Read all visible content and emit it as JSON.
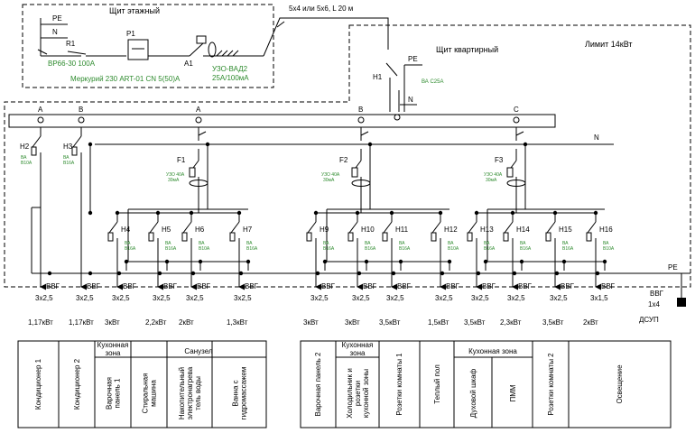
{
  "floor_panel": {
    "title": "Щит этажный",
    "pe": "PE",
    "n": "N",
    "r1": "R1",
    "p1": "P1",
    "a1": "A1",
    "switch_rating": "ВР66-30  100А",
    "meter": "Меркурий 230 ART-01 CN 5(50)А",
    "rcd": "УЗО-ВАД2",
    "rcd_rating": "25A/100мА"
  },
  "cable_in": "5х4 или 5х6, L 20 м",
  "apartment_panel": {
    "title": "Щит квартирный",
    "limit": "Лимит 14кВт",
    "pe": "PE",
    "n": "N",
    "h1": "H1",
    "h1_rating": "ВА С25А",
    "pe_bus": "PE",
    "n_bus": "N"
  },
  "phases": [
    "A",
    "B",
    "A",
    "B",
    "C"
  ],
  "rcds": [
    {
      "name": "F1",
      "rating1": "УЗО 40А",
      "rating2": "30мА"
    },
    {
      "name": "F2",
      "rating1": "УЗО 40А",
      "rating2": "30мА"
    },
    {
      "name": "F3",
      "rating1": "УЗО 40А",
      "rating2": "30мА"
    }
  ],
  "breakers": [
    {
      "name": "H2",
      "r1": "ВА",
      "r2": "В10А"
    },
    {
      "name": "H3",
      "r1": "ВА",
      "r2": "В16А"
    },
    {
      "name": "H4",
      "r1": "ВА",
      "r2": "В16А"
    },
    {
      "name": "H5",
      "r1": "ВА",
      "r2": "В16А"
    },
    {
      "name": "H6",
      "r1": "ВА",
      "r2": "В10А"
    },
    {
      "name": "H7",
      "r1": "ВА",
      "r2": "В16А"
    },
    {
      "name": "H9",
      "r1": "ВА",
      "r2": "В16А"
    },
    {
      "name": "H10",
      "r1": "ВА",
      "r2": "В16А"
    },
    {
      "name": "H11",
      "r1": "ВА",
      "r2": "В16А"
    },
    {
      "name": "H12",
      "r1": "ВА",
      "r2": "В10А"
    },
    {
      "name": "H13",
      "r1": "ВА",
      "r2": "В16А"
    },
    {
      "name": "H14",
      "r1": "ВА",
      "r2": "В16А"
    },
    {
      "name": "H15",
      "r1": "ВА",
      "r2": "В16А"
    },
    {
      "name": "H16",
      "r1": "ВА",
      "r2": "В10А"
    }
  ],
  "cables": [
    {
      "type": "ВВГ",
      "size": "3х2,5"
    },
    {
      "type": "ВВГ",
      "size": "3х2,5"
    },
    {
      "type": "ВВГ",
      "size": "3х2,5"
    },
    {
      "type": "ВВГ",
      "size": "3х2,5"
    },
    {
      "type": "ВВГ",
      "size": "3х2,5"
    },
    {
      "type": "ВВГ",
      "size": "3х2,5"
    },
    {
      "type": "ВВГ",
      "size": "3х2,5"
    },
    {
      "type": "ВВГ",
      "size": "3х2,5"
    },
    {
      "type": "ВВГ",
      "size": "3х2,5"
    },
    {
      "type": "ВВГ",
      "size": "3х2,5"
    },
    {
      "type": "ВВГ",
      "size": "3х2,5"
    },
    {
      "type": "ВВГ",
      "size": "3х2,5"
    },
    {
      "type": "ВВГ",
      "size": "3х2,5"
    },
    {
      "type": "ВВГ",
      "size": "3х1,5"
    }
  ],
  "pe_cable": {
    "type": "ВВГ",
    "size": "1х4",
    "label": "ДСУП"
  },
  "powers": [
    "1,17кВт",
    "1,17кВт",
    "3кВт",
    "2,2кВт",
    "2кВт",
    "1,3кВт",
    "3кВт",
    "3кВт",
    "3,5кВт",
    "1,5кВт",
    "3,5кВт",
    "2,3кВт",
    "3,5кВт",
    "2кВт"
  ],
  "table_left": {
    "group_kitchen": "Кухонная зона",
    "group_bath": "Санузел",
    "rows": [
      "Кондиционер 1",
      "Кондиционер 2",
      "Варочная панель 1",
      "Стиральная машина",
      "Накопительный электронагреватель воды",
      "Ванна с гидромассажем"
    ]
  },
  "table_right": {
    "group_kitchen1": "Кухонная зона",
    "group_kitchen2": "Кухонная зона",
    "rows": [
      "Варочная панель 2",
      "Холодильник и розетки кухонной зоны",
      "Розетки комнаты 1",
      "Теплый пол",
      "Духовой шкаф",
      "ПММ",
      "Розетки комнаты 2",
      "Освещение"
    ]
  }
}
